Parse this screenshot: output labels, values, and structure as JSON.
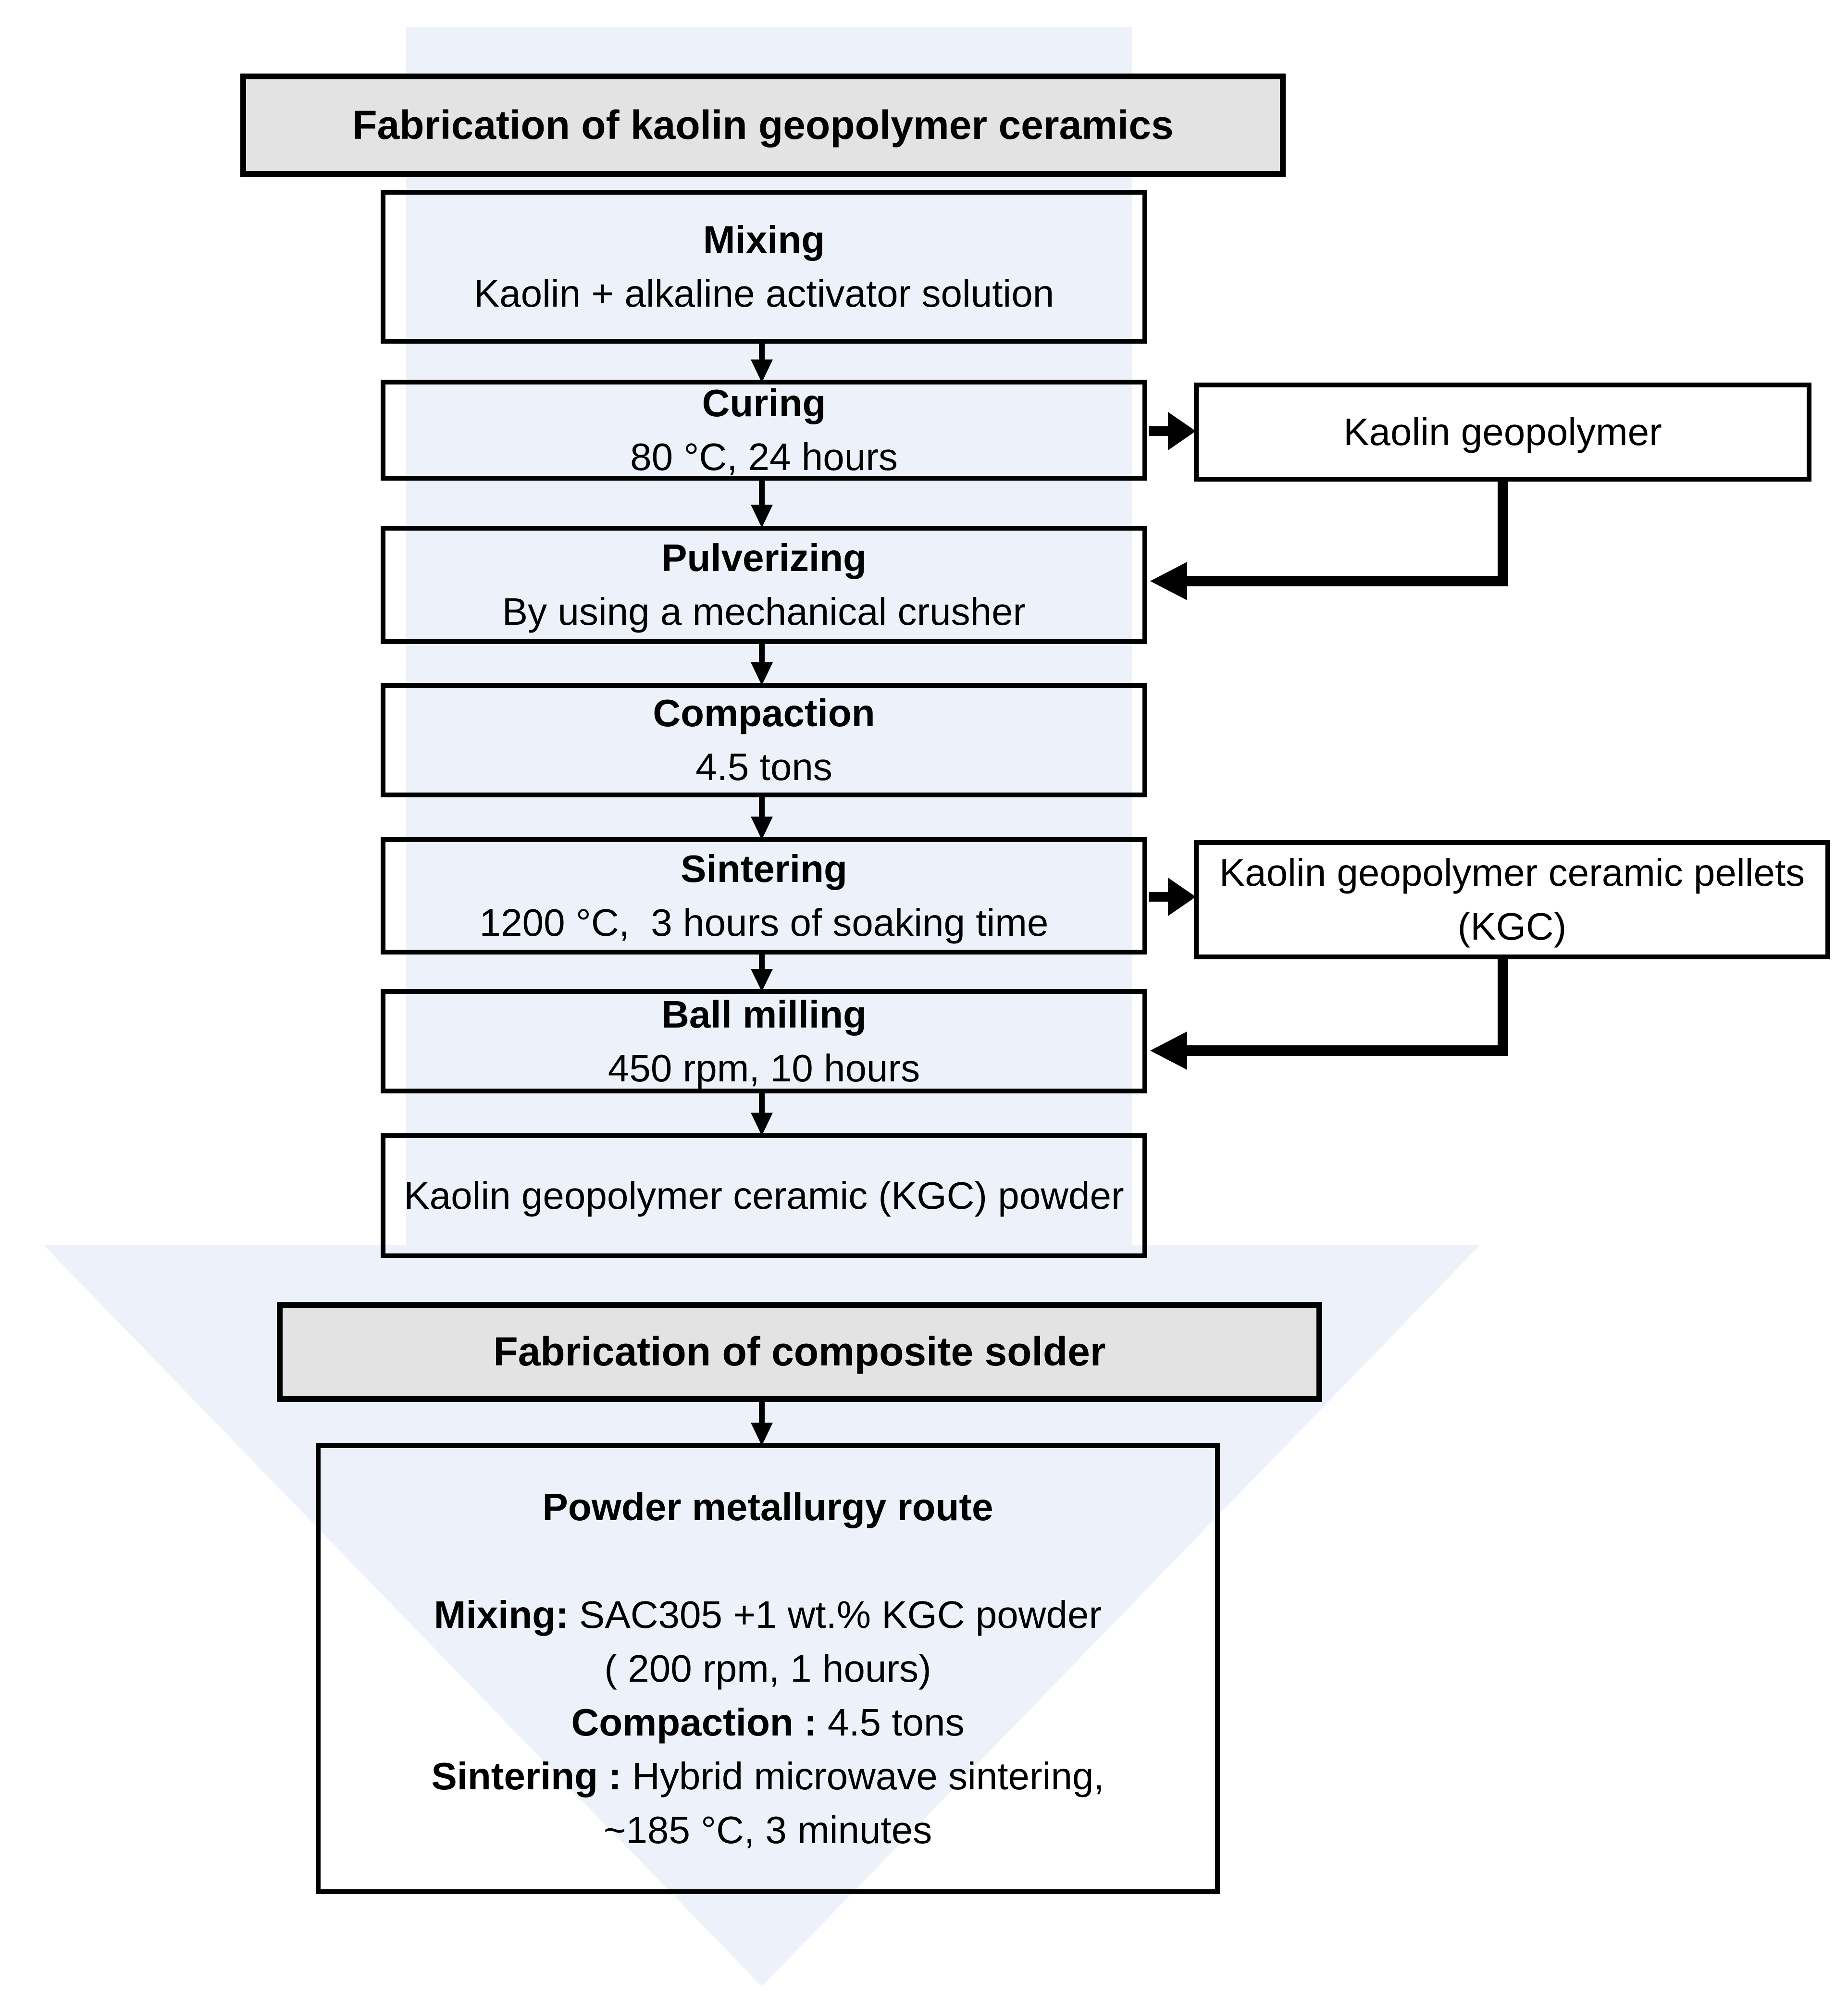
{
  "colors": {
    "header_fill": "#e3e3e3",
    "watermark": "#edf1f9",
    "box_border": "#000000",
    "side_box_fill": "#ffffff"
  },
  "process1": {
    "title": "Fabrication of kaolin geopolymer ceramics",
    "steps": [
      {
        "name": "Mixing",
        "detail": "Kaolin + alkaline activator solution"
      },
      {
        "name": "Curing",
        "detail": "80 °C, 24 hours"
      },
      {
        "name": "Pulverizing",
        "detail": "By using a mechanical crusher"
      },
      {
        "name": "Compaction",
        "detail": "4.5 tons"
      },
      {
        "name": "Sintering",
        "detail": "1200 °C,  3 hours of soaking time"
      },
      {
        "name": "Ball milling",
        "detail": "450 rpm, 10 hours"
      }
    ],
    "result": "Kaolin geopolymer ceramic (KGC) powder",
    "side_outputs": [
      "Kaolin geopolymer",
      "Kaolin geopolymer ceramic pellets (KGC)"
    ]
  },
  "process2": {
    "title": "Fabrication of composite solder",
    "route_title": "Powder metallurgy route",
    "route_lines": [
      {
        "label": "Mixing:",
        "text": " SAC305 +1 wt.% KGC powder"
      },
      {
        "label": "",
        "text": "( 200 rpm, 1 hours)"
      },
      {
        "label": "Compaction :",
        "text": " 4.5 tons"
      },
      {
        "label": "Sintering :",
        "text": " Hybrid microwave sintering,"
      },
      {
        "label": "",
        "text": "~185 °C, 3 minutes"
      }
    ]
  }
}
